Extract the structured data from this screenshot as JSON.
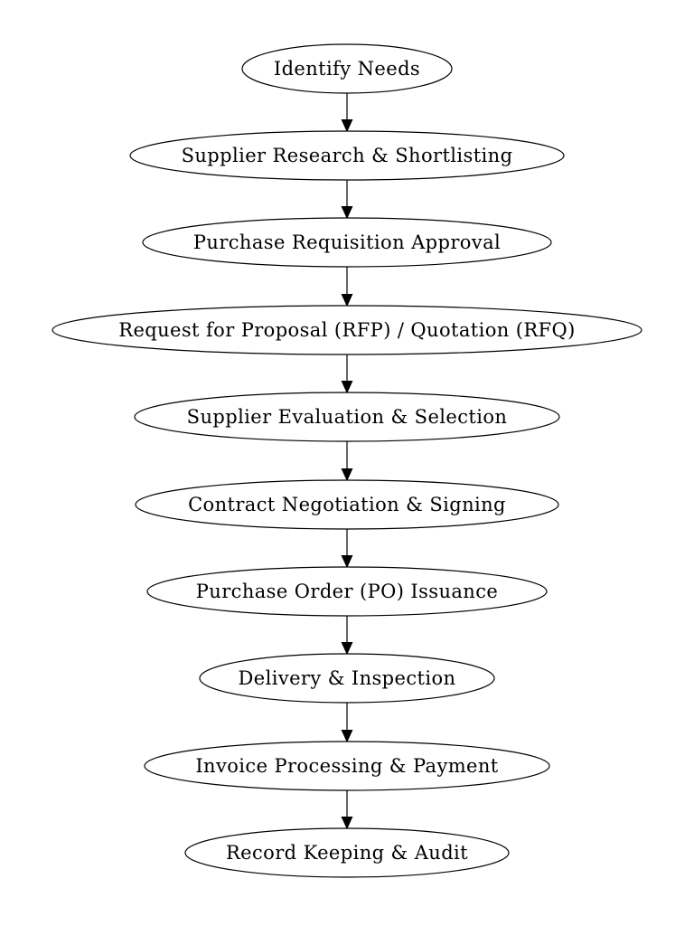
{
  "diagram": {
    "type": "flowchart",
    "description": "Vertical procurement process flowchart of ten elliptical nodes connected top-to-bottom by arrows",
    "background_color": "#ffffff",
    "node_fill_color": "#ffffff",
    "node_stroke_color": "#000000",
    "text_color": "#000000",
    "edge_color": "#000000",
    "nodes": [
      {
        "id": "identify-needs",
        "label": "Identify Needs"
      },
      {
        "id": "supplier-research-shortlisting",
        "label": "Supplier Research & Shortlisting"
      },
      {
        "id": "purchase-requisition-approval",
        "label": "Purchase Requisition Approval"
      },
      {
        "id": "rfp-rfq",
        "label": "Request for Proposal (RFP) / Quotation (RFQ)"
      },
      {
        "id": "supplier-evaluation-selection",
        "label": "Supplier Evaluation & Selection"
      },
      {
        "id": "contract-negotiation-signing",
        "label": "Contract Negotiation & Signing"
      },
      {
        "id": "purchase-order-issuance",
        "label": "Purchase Order (PO) Issuance"
      },
      {
        "id": "delivery-inspection",
        "label": "Delivery & Inspection"
      },
      {
        "id": "invoice-processing-payment",
        "label": "Invoice Processing & Payment"
      },
      {
        "id": "record-keeping-audit",
        "label": "Record Keeping & Audit"
      }
    ],
    "edges": [
      {
        "from": "identify-needs",
        "to": "supplier-research-shortlisting"
      },
      {
        "from": "supplier-research-shortlisting",
        "to": "purchase-requisition-approval"
      },
      {
        "from": "purchase-requisition-approval",
        "to": "rfp-rfq"
      },
      {
        "from": "rfp-rfq",
        "to": "supplier-evaluation-selection"
      },
      {
        "from": "supplier-evaluation-selection",
        "to": "contract-negotiation-signing"
      },
      {
        "from": "contract-negotiation-signing",
        "to": "purchase-order-issuance"
      },
      {
        "from": "purchase-order-issuance",
        "to": "delivery-inspection"
      },
      {
        "from": "delivery-inspection",
        "to": "invoice-processing-payment"
      },
      {
        "from": "invoice-processing-payment",
        "to": "record-keeping-audit"
      }
    ]
  }
}
